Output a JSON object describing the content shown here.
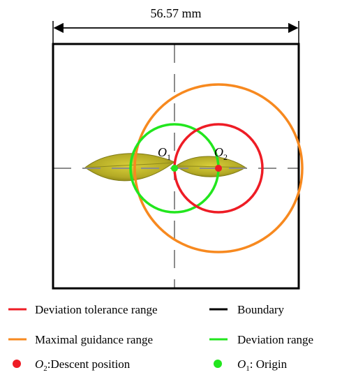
{
  "dimension": {
    "label": "56.57 mm"
  },
  "points": {
    "o1": {
      "letter": "O",
      "sub": "1"
    },
    "o2": {
      "letter": "O",
      "sub": "2"
    }
  },
  "legend": {
    "items": [
      {
        "id": "deviation-tolerance",
        "kind": "line",
        "color": "#ee1c25",
        "label": "Deviation tolerance range"
      },
      {
        "id": "boundary",
        "kind": "line",
        "color": "#000000",
        "label": "Boundary"
      },
      {
        "id": "maximal-guidance",
        "kind": "line",
        "color": "#f7891f",
        "label": "Maximal guidance range"
      },
      {
        "id": "deviation-range",
        "kind": "line",
        "color": "#22e61e",
        "label": "Deviation range"
      },
      {
        "id": "descent-position",
        "kind": "dot",
        "color": "#ee1c25",
        "letter": "O",
        "sub": "2",
        "label": ":Descent position"
      },
      {
        "id": "origin",
        "kind": "dot",
        "color": "#22e61e",
        "letter": "O",
        "sub": "1",
        "label": ": Origin"
      }
    ]
  },
  "colors": {
    "tolerance": "#ee1c25",
    "guidance": "#f7891f",
    "deviation": "#22e61e",
    "boundary": "#000000",
    "axis": "#8c8c8c",
    "leaf_fill": "#b9b02a",
    "leaf_edge": "#7f7a14"
  }
}
